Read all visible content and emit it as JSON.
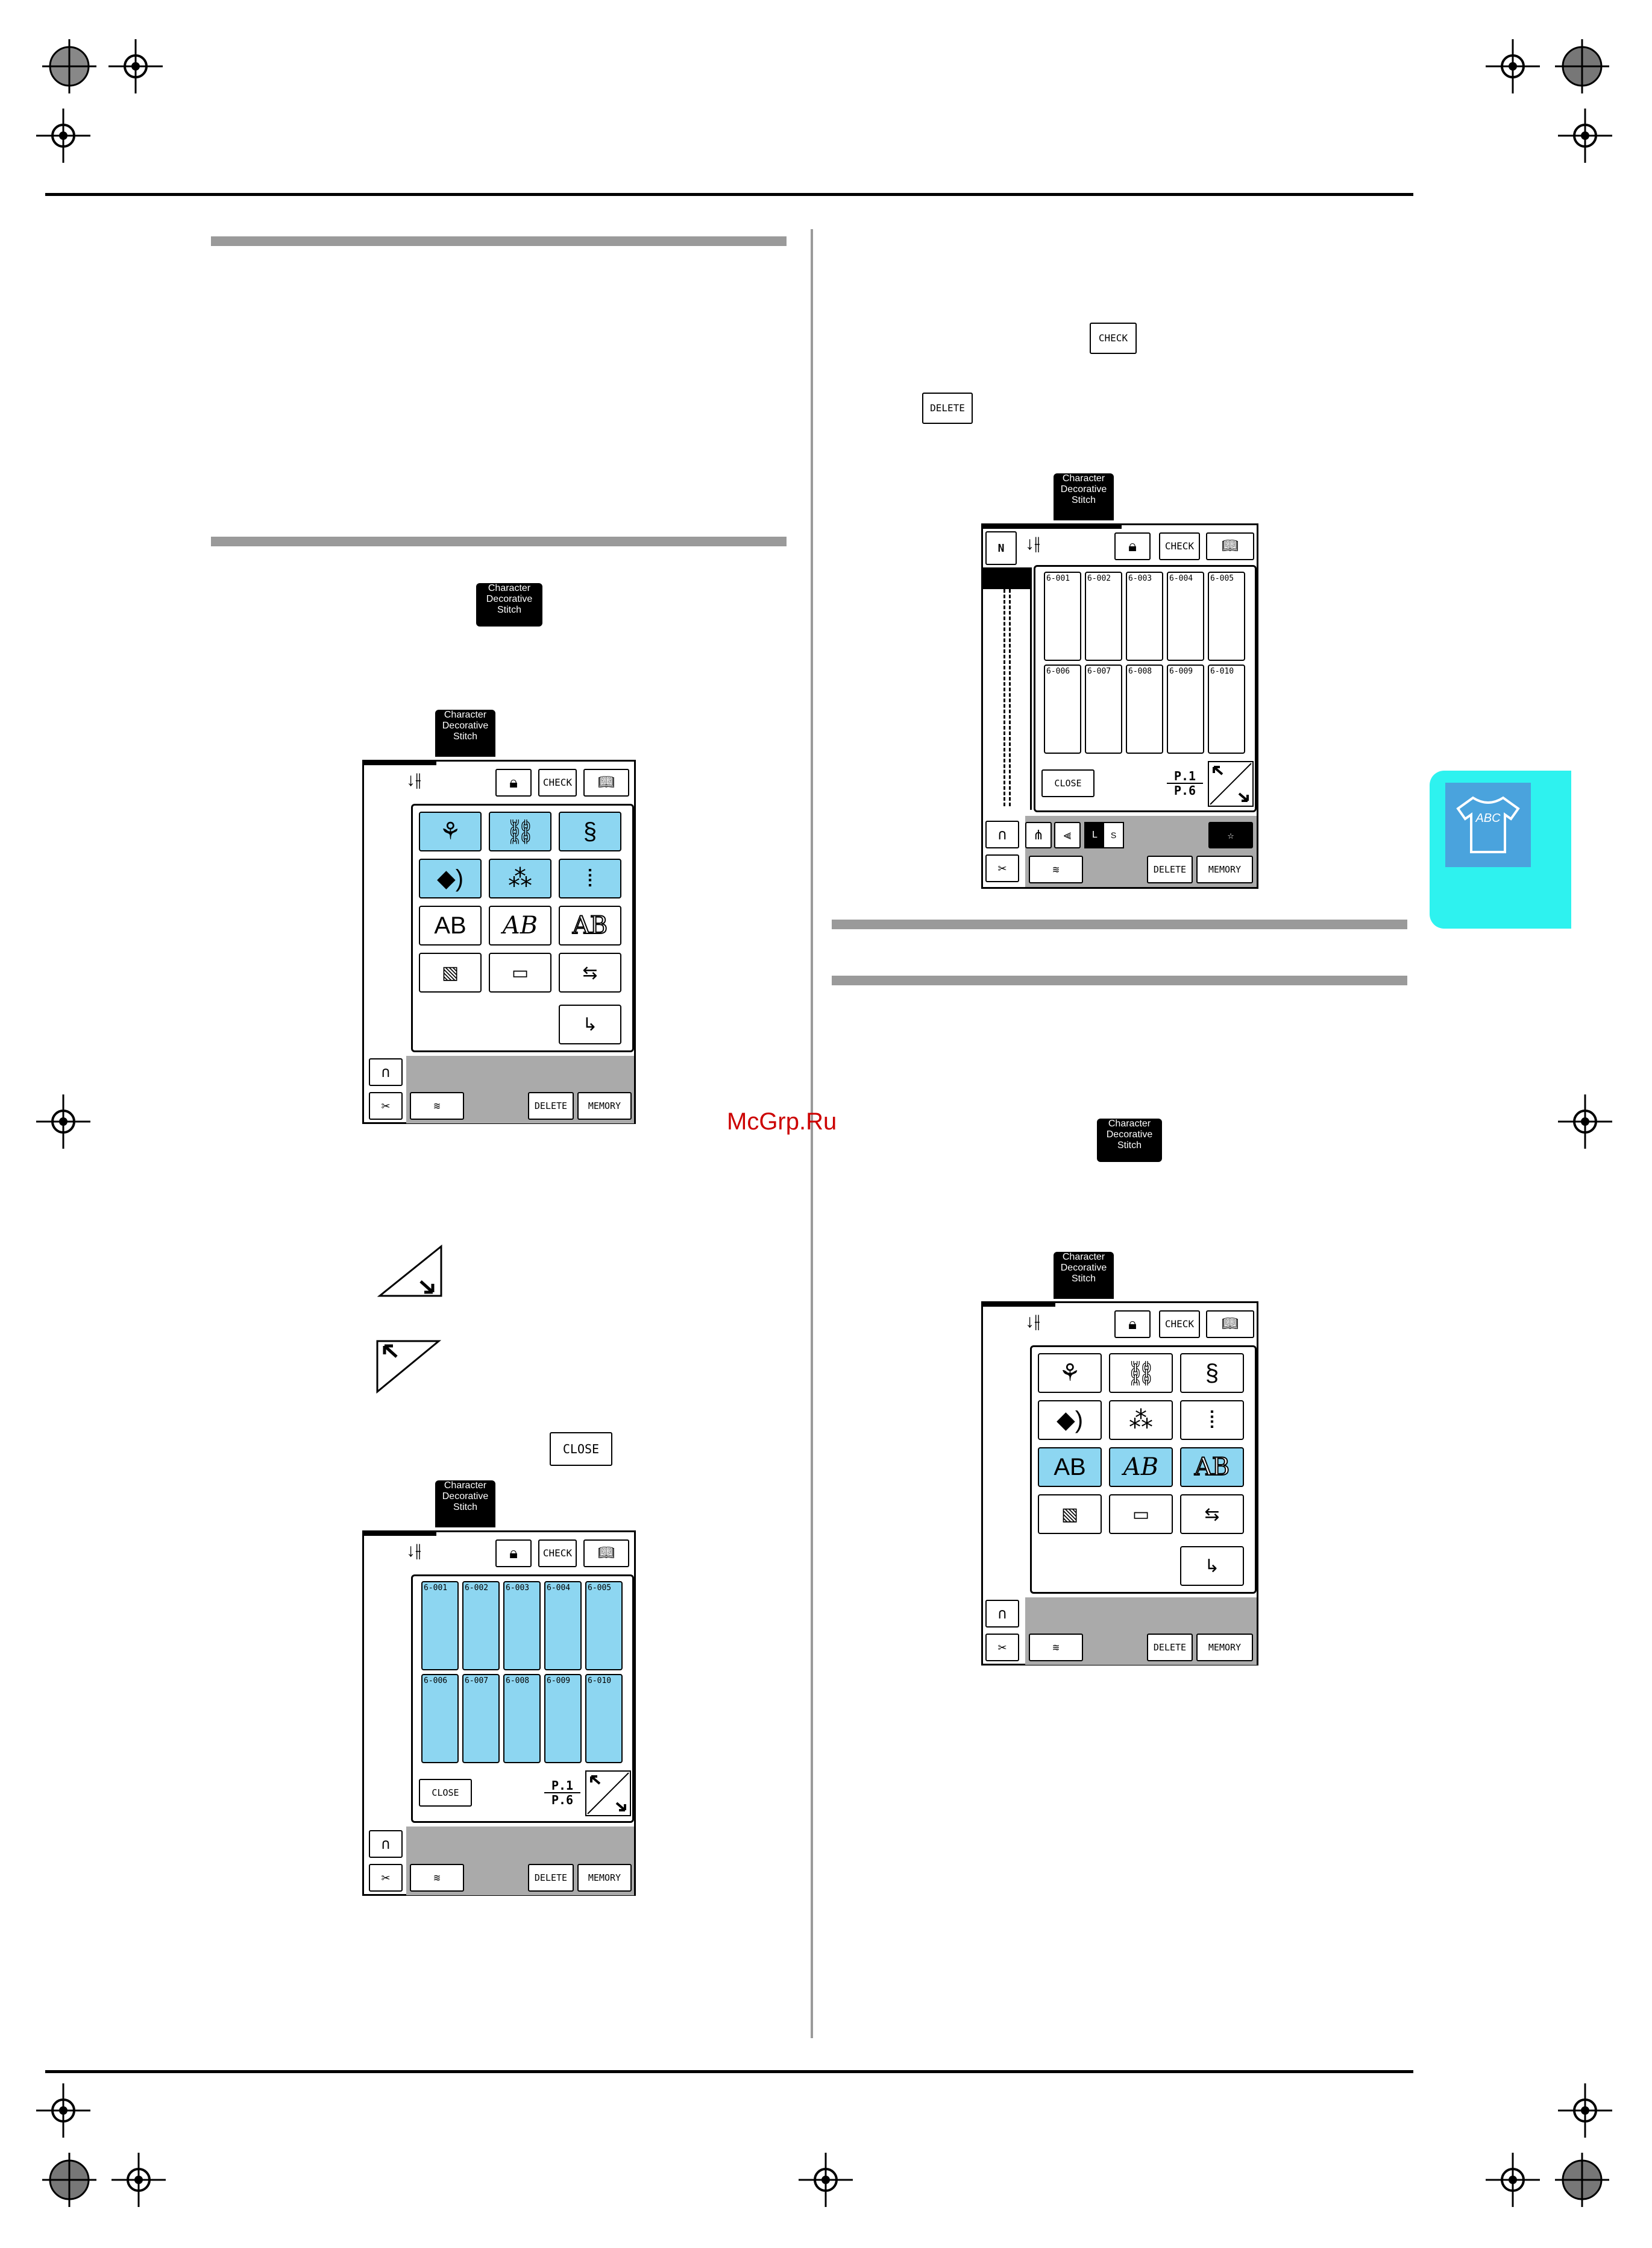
{
  "watermark": "McGrp.Ru",
  "badge": {
    "line1": "Character",
    "line2": "Decorative",
    "line3": "Stitch"
  },
  "buttons": {
    "check": "CHECK",
    "delete": "DELETE",
    "close": "CLOSE",
    "memory": "MEMORY"
  },
  "pager": {
    "current": "P.1",
    "total": "P.6"
  },
  "stitches": [
    "6-001",
    "6-002",
    "6-003",
    "6-004",
    "6-005",
    "6-006",
    "6-007",
    "6-008",
    "6-009",
    "6-010"
  ],
  "letters": {
    "gothic": "AB",
    "script": "AB",
    "outline": "AB"
  },
  "size_toggle": {
    "large": "L",
    "small": "S"
  },
  "side_tab": {
    "label": "ABC"
  },
  "colors": {
    "highlight": "#8dd6f1",
    "side_tab": "#2ef2ef",
    "screen_gray": "#aaaaaa"
  }
}
